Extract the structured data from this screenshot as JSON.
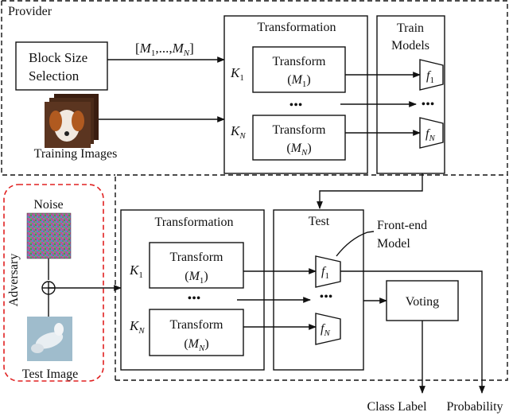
{
  "provider": {
    "label": "Provider",
    "block_size_selection": [
      "Block Size",
      "Selection"
    ],
    "key_list": "[M1,...,MN]",
    "training_images_label": "Training Images",
    "transformation_title": "Transformation",
    "train_models_title": [
      "Train",
      "Models"
    ],
    "transform_1": "Transform (M1)",
    "transform_n": "Transform (MN)",
    "key_1": "K1",
    "key_n": "KN",
    "model_1": "f1",
    "model_n": "fN",
    "ellipsis": "•••"
  },
  "adversary": {
    "label": "Adversary",
    "noise_label": "Noise",
    "test_image_label": "Test Image",
    "operator": "⊕"
  },
  "test_side": {
    "transformation_title": "Transformation",
    "test_title": "Test",
    "front_end_model": [
      "Front-end",
      "Model"
    ],
    "voting": "Voting",
    "transform_1": "Transform (M1)",
    "transform_n": "Transform (MN)",
    "key_1": "K1",
    "key_n": "KN",
    "model_1": "f1",
    "model_n": "fN",
    "ellipsis": "•••"
  },
  "outputs": {
    "class_label": "Class Label",
    "probability": "Probability"
  },
  "colors": {
    "adversary_border": "#e02020",
    "line": "#111111"
  },
  "icons": [
    "dog-photo-icon",
    "noise-image-icon",
    "test-image-icon",
    "xor-operator-icon",
    "model-trapezoid-icon"
  ]
}
